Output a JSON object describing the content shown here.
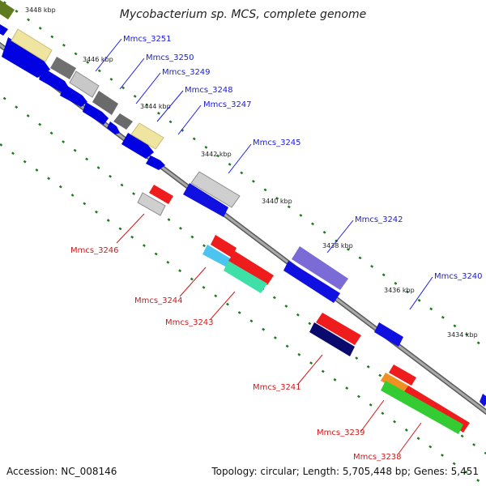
{
  "header": {
    "title": "Mycobacterium sp. MCS, complete genome"
  },
  "footer": {
    "accession": "Accession: NC_008146",
    "topology": "Topology: circular; Length: 5,705,448 bp; Genes: 5,451"
  },
  "axis": {
    "ticks": [
      {
        "label": "3448 kbp"
      },
      {
        "label": "3446 kbp"
      },
      {
        "label": "3444 kbp"
      },
      {
        "label": "3442 kbp"
      },
      {
        "label": "3440 kbp"
      },
      {
        "label": "3438 kbp"
      },
      {
        "label": "3436 kbp"
      },
      {
        "label": "3434 kbp"
      }
    ]
  },
  "genes": {
    "forward": [
      {
        "label": "Mmcs_3251",
        "color": "#0000c8"
      },
      {
        "label": "Mmcs_3250",
        "color": "#0000c8"
      },
      {
        "label": "Mmcs_3249",
        "color": "#0000c8"
      },
      {
        "label": "Mmcs_3248",
        "color": "#0000c8"
      },
      {
        "label": "Mmcs_3247",
        "color": "#0000c8"
      },
      {
        "label": "Mmcs_3245",
        "color": "#0000c8"
      },
      {
        "label": "Mmcs_3242",
        "color": "#0000c8"
      },
      {
        "label": "Mmcs_3240",
        "color": "#0000c8"
      }
    ],
    "reverse": [
      {
        "label": "Mmcs_3246",
        "color": "#d40000"
      },
      {
        "label": "Mmcs_3244",
        "color": "#d40000"
      },
      {
        "label": "Mmcs_3243",
        "color": "#d40000"
      },
      {
        "label": "Mmcs_3241",
        "color": "#d40000"
      },
      {
        "label": "Mmcs_3239",
        "color": "#d40000"
      },
      {
        "label": "Mmcs_3238",
        "color": "#d40000"
      }
    ]
  },
  "colors": {
    "backbone": "#8c8c8c",
    "tick_marks": "#1d7a1d",
    "cds_forward": "#0000ff",
    "cds_reverse": "#ff0000"
  }
}
